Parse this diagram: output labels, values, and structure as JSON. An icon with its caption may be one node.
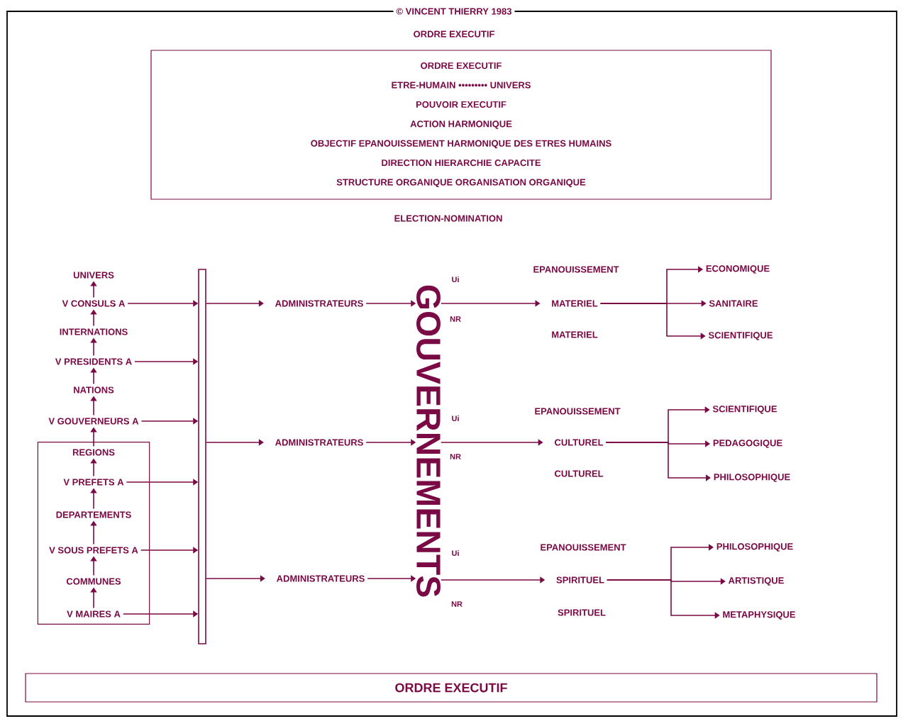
{
  "diagram": {
    "nodes": [
      {
        "text": [
          "ORDRE EXECUTIF",
          "ETRE-HUMAIN ••••••••• UNIVERS",
          "POUVOIR EXECUTIF",
          "ACTION HARMONIQUE",
          "OBJECTIF EPANOUISSEMENT HARMONIQUE DES ETRES HUMAINS",
          "DIRECTION HIERARCHIE CAPACITE",
          "STRUCTURE ORGANIQUE ORGANISATION ORGANIQUE"
        ]
      },
      {
        "text": [
          "UNIVERS"
        ]
      },
      {
        "text": [
          "V CONSULS A"
        ]
      },
      {
        "text": [
          "INTERNATIONS"
        ]
      },
      {
        "text": [
          "V PRESIDENTS A"
        ]
      },
      {
        "text": [
          "NATIONS"
        ]
      },
      {
        "text": [
          "V GOUVERNEURS A"
        ]
      },
      {
        "text": [],
        "shape": "box"
      },
      {
        "text": [
          "REGIONS"
        ],
        "in": 7
      },
      {
        "text": [
          "V PREFETS A"
        ],
        "in": 7
      },
      {
        "text": [
          "DEPARTEMENTS"
        ],
        "in": 7
      },
      {
        "text": [
          "V SOUS PREFETS A"
        ],
        "in": 7
      },
      {
        "text": [
          "COMMUNES"
        ],
        "in": 7
      },
      {
        "text": [
          "V MAIRES A"
        ],
        "in": 7
      },
      {
        "text": [],
        "shape": "bar"
      },
      {
        "text": [
          "ADMINISTRATEURS"
        ]
      },
      {
        "text": [
          "ADMINISTRATEURS"
        ]
      },
      {
        "text": [
          "ADMINISTRATEURS"
        ]
      },
      {
        "text": [
          "GOUVERNEMENTS"
        ]
      },
      {
        "text": [
          "EPANOUISSEMENT"
        ]
      },
      {
        "text": [
          "MATERIEL"
        ]
      },
      {
        "text": [
          "MATERIEL"
        ]
      },
      {
        "text": [
          "ECONOMIQUE"
        ]
      },
      {
        "text": [
          "SANITAIRE"
        ]
      },
      {
        "text": [
          "SCIENTIFIQUE"
        ]
      },
      {
        "text": [
          "EPANOUISSEMENT"
        ]
      },
      {
        "text": [
          "CULTUREL"
        ]
      },
      {
        "text": [
          "CULTUREL"
        ]
      },
      {
        "text": [
          "SCIENTIFIQUE"
        ]
      },
      {
        "text": [
          "PEDAGOGIQUE"
        ]
      },
      {
        "text": [
          "PHILOSOPHIQUE"
        ]
      },
      {
        "text": [
          "EPANOUISSEMENT"
        ]
      },
      {
        "text": [
          "SPIRITUEL"
        ]
      },
      {
        "text": [
          "SPIRITUEL"
        ]
      },
      {
        "text": [
          "PHILOSOPHIQUE"
        ]
      },
      {
        "text": [
          "ARTISTIQUE"
        ]
      },
      {
        "text": [
          "METAPHYSIQUE"
        ]
      },
      {
        "text": [
          "ORDRE EXECUTIF"
        ]
      }
    ],
    "edges": [
      {
        "from": 2,
        "to": 1,
        "arrow": "to"
      },
      {
        "from": 3,
        "to": 2,
        "arrow": "to"
      },
      {
        "from": 4,
        "to": 3,
        "arrow": "to"
      },
      {
        "from": 5,
        "to": 4,
        "arrow": "to"
      },
      {
        "from": 6,
        "to": 5,
        "arrow": "to"
      },
      {
        "from": 8,
        "to": 6,
        "arrow": "to"
      },
      {
        "from": 9,
        "to": 8,
        "arrow": "to"
      },
      {
        "from": 10,
        "to": 9,
        "arrow": "to"
      },
      {
        "from": 11,
        "to": 10,
        "arrow": "to"
      },
      {
        "from": 12,
        "to": 11,
        "arrow": "to"
      },
      {
        "from": 13,
        "to": 12,
        "arrow": "to"
      },
      {
        "from": 2,
        "to": 14,
        "arrow": "to"
      },
      {
        "from": 4,
        "to": 14,
        "arrow": "to"
      },
      {
        "from": 6,
        "to": 14,
        "arrow": "to"
      },
      {
        "from": 9,
        "to": 14,
        "arrow": "to"
      },
      {
        "from": 11,
        "to": 14,
        "arrow": "to"
      },
      {
        "from": 13,
        "to": 14,
        "arrow": "to"
      },
      {
        "from": 14,
        "to": 15,
        "arrow": "to"
      },
      {
        "from": 14,
        "to": 16,
        "arrow": "to"
      },
      {
        "from": 14,
        "to": 17,
        "arrow": "to"
      },
      {
        "from": 15,
        "to": 18,
        "arrow": "to"
      },
      {
        "from": 16,
        "to": 18,
        "arrow": "to"
      },
      {
        "from": 17,
        "to": 18,
        "arrow": "to"
      },
      {
        "from": 18,
        "to": 20,
        "arrow": "to"
      },
      {
        "from": 18,
        "to": 26,
        "arrow": "to"
      },
      {
        "from": 18,
        "to": 32,
        "arrow": "to"
      },
      {
        "from": 20,
        "to": 22,
        "arrow": "to"
      },
      {
        "from": 20,
        "to": 23,
        "arrow": "to"
      },
      {
        "from": 20,
        "to": 24,
        "arrow": "to"
      },
      {
        "from": 26,
        "to": 28,
        "arrow": "to"
      },
      {
        "from": 26,
        "to": 29,
        "arrow": "to"
      },
      {
        "from": 26,
        "to": 30,
        "arrow": "to"
      },
      {
        "from": 32,
        "to": 34,
        "arrow": "to"
      },
      {
        "from": 32,
        "to": 35,
        "arrow": "to"
      },
      {
        "from": 32,
        "to": 36,
        "arrow": "to"
      }
    ],
    "labels": [
      "© VINCENT THIERRY 1983",
      "ORDRE EXECUTIF",
      "ELECTION-NOMINATION",
      "Ui",
      "NR",
      "Ui",
      "NR",
      "Ui",
      "NR"
    ]
  }
}
